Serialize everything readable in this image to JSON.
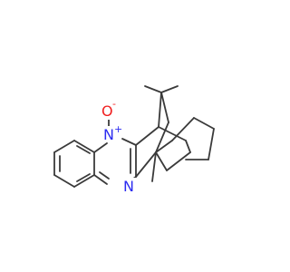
{
  "molecule": {
    "atoms": [
      {
        "id": "n_oxide",
        "element": "N",
        "charge": "+"
      },
      {
        "id": "oxygen",
        "element": "O",
        "charge": "-"
      },
      {
        "id": "n_bottom",
        "element": "N",
        "charge": ""
      }
    ]
  },
  "colors": {
    "bond": "#3a3a3a",
    "nitrogen": "#2b2bf0",
    "oxygen": "#f02020",
    "background": "#ffffff"
  }
}
